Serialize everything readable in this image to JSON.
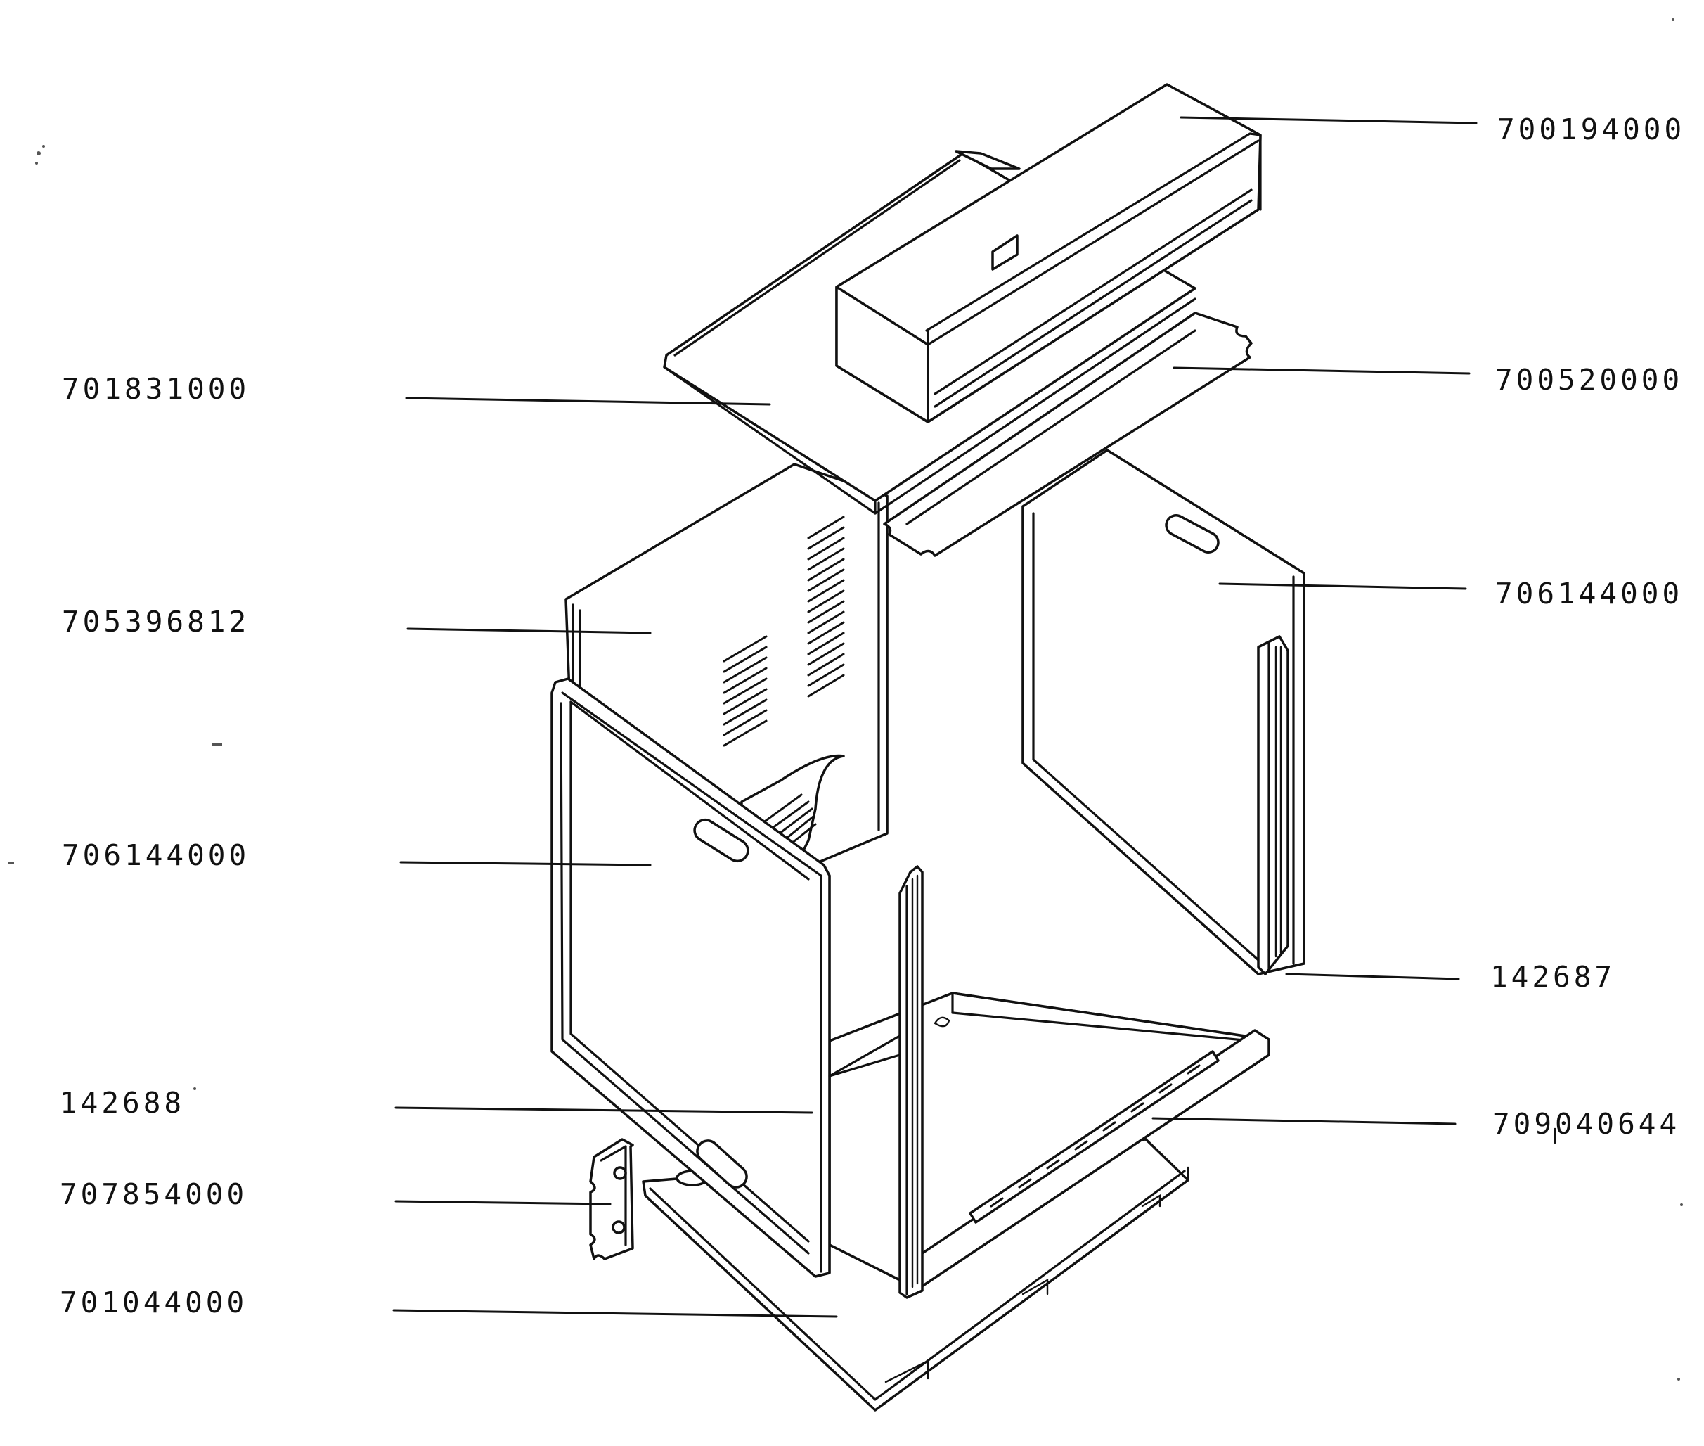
{
  "labels": {
    "top_cover": "700194000",
    "top_panel": "701831000",
    "top_shield": "700520000",
    "back_panel": "705396812",
    "right_side_panel": "706144000",
    "left_side_panel": "706144000",
    "right_rail": "142687",
    "left_rail": "142688",
    "bottom_rail": "709040644",
    "bracket": "707854000",
    "base_plate": "701044000"
  },
  "icons": {
    "diagram": "exploded-cabinet-diagram"
  },
  "colors": {
    "line": "#111111",
    "background": "#ffffff"
  }
}
